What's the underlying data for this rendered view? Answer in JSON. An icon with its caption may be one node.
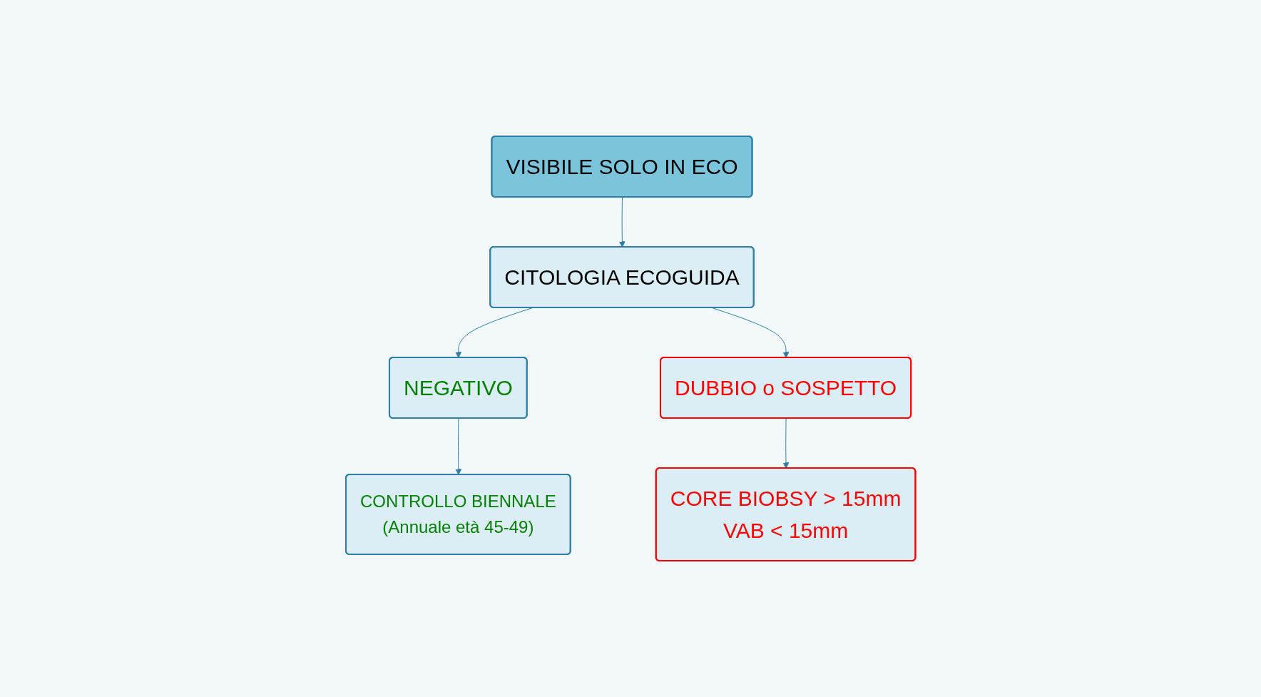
{
  "diagram": {
    "nodes": [
      {
        "text": [
          "VISIBILE SOLO IN ECO"
        ]
      },
      {
        "text": [
          "CITOLOGIA ECOGUIDA"
        ]
      },
      {
        "text": [
          "NEGATIVO"
        ]
      },
      {
        "text": [
          "DUBBIO o SOSPETTO"
        ]
      },
      {
        "text": [
          "CONTROLLO BIENNALE",
          "(Annuale età 45-49)"
        ]
      },
      {
        "text": [
          "CORE BIOBSY > 15mm",
          "VAB < 15mm"
        ]
      }
    ],
    "edges": [
      {
        "from": 0,
        "to": 1,
        "arrow": "to"
      },
      {
        "from": 1,
        "to": 2,
        "arrow": "to"
      },
      {
        "from": 1,
        "to": 3,
        "arrow": "to"
      },
      {
        "from": 2,
        "to": 4,
        "arrow": "to"
      },
      {
        "from": 3,
        "to": 5,
        "arrow": "to"
      }
    ]
  }
}
